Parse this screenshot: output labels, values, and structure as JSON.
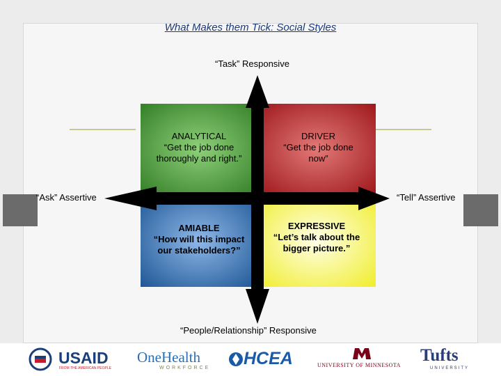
{
  "title": "What Makes them Tick: Social Styles",
  "axes": {
    "top": "“Task” Responsive",
    "bottom": "“People/Relationship” Responsive",
    "left": "“Ask” Assertive",
    "right": "“Tell” Assertive"
  },
  "quadrants": {
    "analytical": {
      "name": "ANALYTICAL",
      "line1": "“Get the job done",
      "line2": "thoroughly  and right.”",
      "color": "#3f8f2f"
    },
    "driver": {
      "name": "DRIVER",
      "line1": "“Get the job done",
      "line2": "now”",
      "color": "#b0171b"
    },
    "amiable": {
      "name": "AMIABLE",
      "line1": "“How will this impact",
      "line2": "our stakeholders?”",
      "color": "#1f5ea8"
    },
    "expressive": {
      "name": "EXPRESSIVE",
      "line1": "“Let’s talk about the",
      "line2": "bigger picture.”",
      "color": "#f2ef2a"
    }
  },
  "logos": {
    "usaid": "USAID",
    "usaid_tag": "FROM THE AMERICAN PEOPLE",
    "onehealth": "OneHealth",
    "onehealth_tag": "WORKFORCE",
    "hcea": "HCEA",
    "umn": "UNIVERSITY OF MINNESOTA",
    "tufts": "Tufts",
    "tufts_tag": "UNIVERSITY"
  }
}
